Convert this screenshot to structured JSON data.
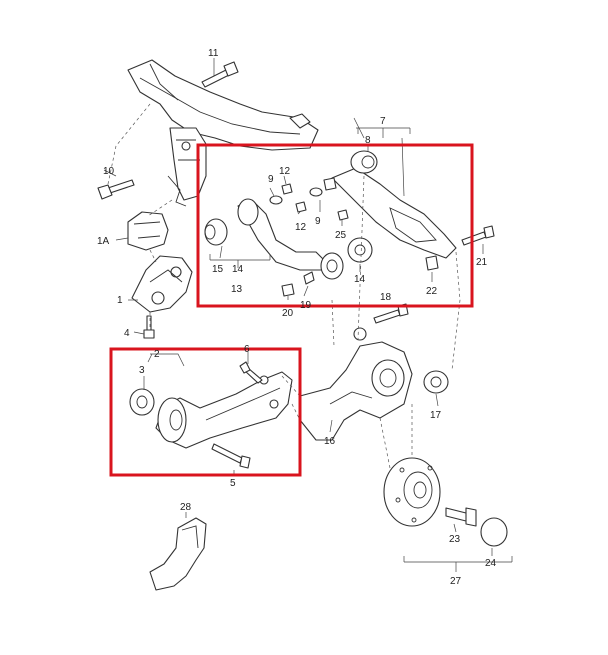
{
  "labels": {
    "l11": "11",
    "l7": "7",
    "l8": "8",
    "l10": "10",
    "l9": "9",
    "l12a": "12",
    "l12b": "12",
    "l9b": "9",
    "l25": "25",
    "l21": "21",
    "l1A": "1A",
    "l15": "15",
    "l14": "14",
    "l13": "13",
    "l4": "4",
    "l22": "22",
    "l1": "1",
    "l20": "20",
    "l19": "19",
    "l18": "18",
    "l2": "2",
    "l6": "6",
    "l3": "3",
    "l17": "17",
    "l16": "16",
    "l5": "5",
    "l28": "28",
    "l23": "23",
    "l24": "24",
    "l27": "27"
  },
  "colors": {
    "highlight": "#d9141e",
    "line": "#333333",
    "background": "#ffffff"
  }
}
